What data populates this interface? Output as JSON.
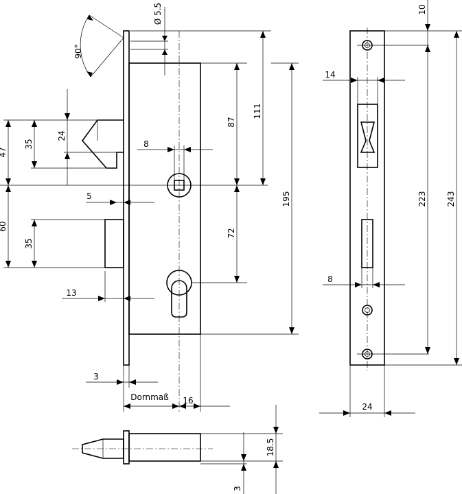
{
  "drawing": {
    "angle_label": "90°",
    "hole_diameter_label": "Ø 5.5",
    "dimensions": {
      "latch_height": "24",
      "latch_offset": "35",
      "latch_to_center": "47",
      "center_to_bolt": "60",
      "bolt_height": "35",
      "faceplate_thickness": "5",
      "bolt_projection": "13",
      "front_thickness": "3",
      "square_width": "8",
      "top_to_follower": "87",
      "follower_to_cylinder": "72",
      "faceplate_top_to_follower": "111",
      "case_height": "195",
      "backset_label": "Dornmaß",
      "case_depth_extra": "16",
      "hole_offset_top": "10",
      "latch_slot_width": "14",
      "bolt_slot_width": "8",
      "hole_spacing": "223",
      "faceplate_length": "243",
      "faceplate_width": "24",
      "bolt_width": "18.5",
      "bolt_tip_offset": "3"
    }
  }
}
